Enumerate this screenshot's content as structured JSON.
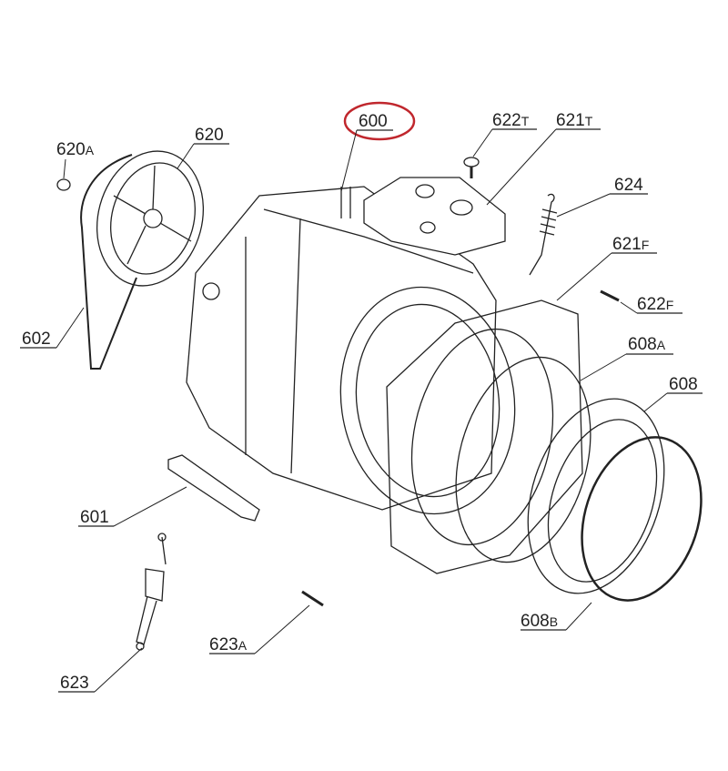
{
  "title": "Washing machine tub assembly exploded parts diagram",
  "highlight_color": "#c0272d",
  "labels": {
    "p600": "600",
    "p622t_num": "622",
    "p622t_suf": "T",
    "p621t_num": "621",
    "p621t_suf": "T",
    "p620a_num": "620",
    "p620a_suf": "A",
    "p620": "620",
    "p624": "624",
    "p621f_num": "621",
    "p621f_suf": "F",
    "p622f_num": "622",
    "p622f_suf": "F",
    "p602": "602",
    "p608a_num": "608",
    "p608a_suf": "A",
    "p608": "608",
    "p601": "601",
    "p623a_num": "623",
    "p623a_suf": "A",
    "p608b_num": "608",
    "p608b_suf": "B",
    "p623": "623"
  }
}
